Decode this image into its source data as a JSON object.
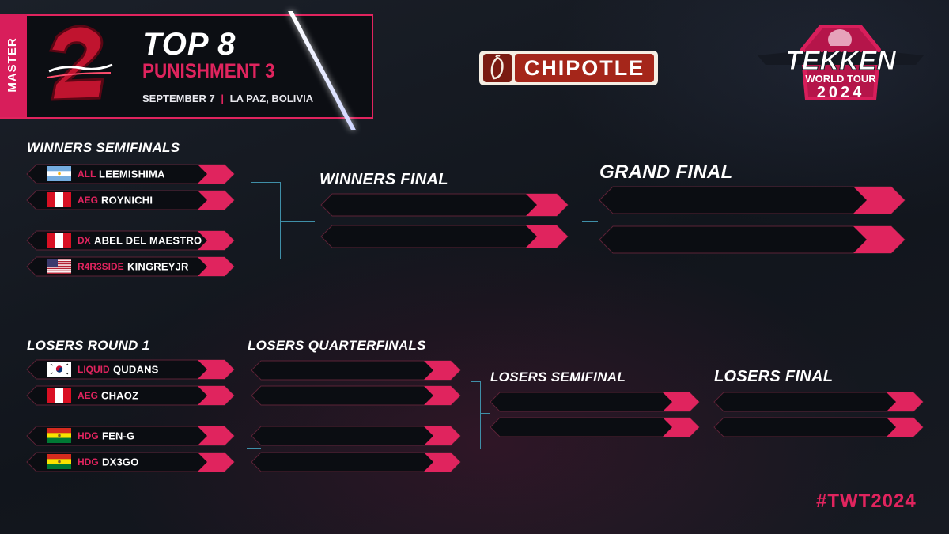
{
  "header": {
    "tier": "MASTER",
    "title": "TOP 8",
    "event": "PUNISHMENT 3",
    "date": "SEPTEMBER 7",
    "location": "LA PAZ, BOLIVIA"
  },
  "sponsor": {
    "name": "CHIPOTLE"
  },
  "tour_logo": {
    "line1": "TEKKEN",
    "line2": "WORLD TOUR",
    "line3": "2024"
  },
  "sections": {
    "winners_semifinals": "WINNERS SEMIFINALS",
    "winners_final": "WINNERS FINAL",
    "grand_final": "GRAND FINAL",
    "losers_round1": "LOSERS ROUND 1",
    "losers_quarterfinals": "LOSERS QUARTERFINALS",
    "losers_semifinal": "LOSERS SEMIFINAL",
    "losers_final": "LOSERS FINAL"
  },
  "winners_semifinals": [
    {
      "team": "ALL",
      "player": "LEEMISHIMA",
      "flag": "argentina"
    },
    {
      "team": "AEG",
      "player": "ROYNICHI",
      "flag": "peru"
    },
    {
      "team": "DX",
      "player": "ABEL DEL MAESTRO",
      "flag": "peru"
    },
    {
      "team": "R4R3SIDE",
      "player": "KINGREYJR",
      "flag": "usa"
    }
  ],
  "losers_round1": [
    {
      "team": "LIQUID",
      "player": "QUDANS",
      "flag": "south-korea"
    },
    {
      "team": "AEG",
      "player": "CHAOZ",
      "flag": "peru"
    },
    {
      "team": "HDG",
      "player": "FEN-G",
      "flag": "bolivia"
    },
    {
      "team": "HDG",
      "player": "DX3GO",
      "flag": "bolivia"
    }
  ],
  "hashtag": "#TWT2024",
  "colors": {
    "accent": "#e0245e",
    "connector": "#3f8fa8",
    "background": "#141820"
  }
}
